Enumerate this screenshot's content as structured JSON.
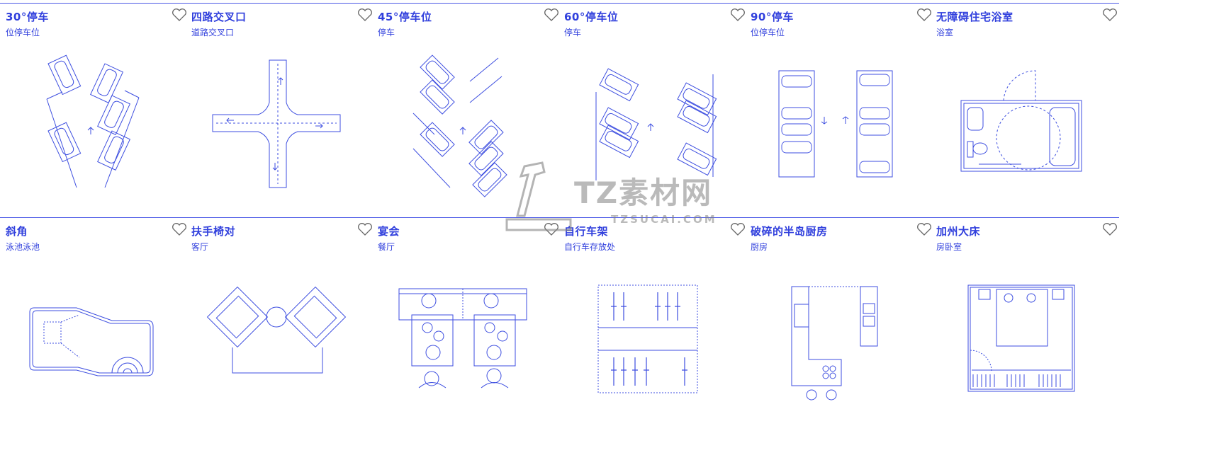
{
  "cards": [
    {
      "title": "30°停车",
      "subtitle": "位停车位"
    },
    {
      "title": "四路交叉口",
      "subtitle": "道路交叉口"
    },
    {
      "title": "45°停车位",
      "subtitle": "停车"
    },
    {
      "title": "60°停车位",
      "subtitle": "停车"
    },
    {
      "title": "90°停车",
      "subtitle": "位停车位"
    },
    {
      "title": "无障碍住宅浴室",
      "subtitle": "浴室"
    },
    {
      "title": "斜角",
      "subtitle": "泳池泳池"
    },
    {
      "title": "扶手椅对",
      "subtitle": "客厅"
    },
    {
      "title": "宴会",
      "subtitle": "餐厅"
    },
    {
      "title": "自行车架",
      "subtitle": "自行车存放处"
    },
    {
      "title": "破碎的半岛厨房",
      "subtitle": "厨房"
    },
    {
      "title": "加州大床",
      "subtitle": "房卧室"
    }
  ],
  "icons": {
    "favorite": "heart-outline-icon"
  },
  "watermark": {
    "title": "TZ素材网",
    "subtitle": "TZSUCAI.COM"
  },
  "colors": {
    "accent": "#3d4ee0",
    "line": "#4a58e6",
    "watermark": "#888888"
  }
}
